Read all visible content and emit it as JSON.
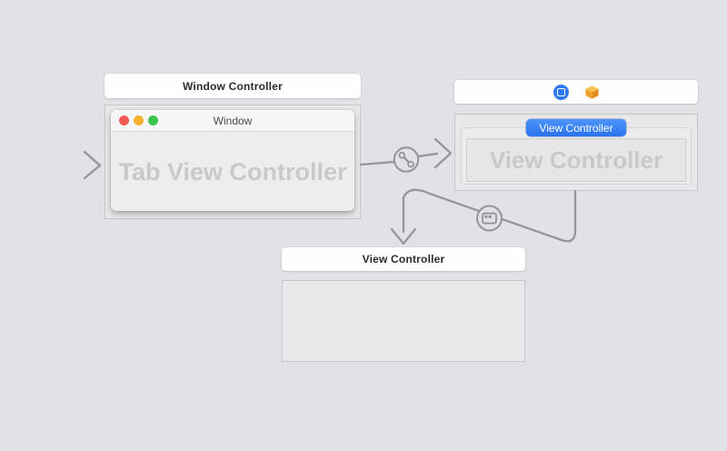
{
  "scenes": {
    "window_controller": {
      "header_label": "Window Controller",
      "window": {
        "title": "Window",
        "content_placeholder": "Tab View Controller"
      }
    },
    "tab_view_controller": {
      "header_icons": [
        {
          "name": "view-controller-icon",
          "color": "#2f7af2"
        },
        {
          "name": "object-cube-icon",
          "color": "#f09e2c"
        }
      ],
      "tab_bar_item_label": "View Controller",
      "content_placeholder": "View Controller",
      "tab_accent_color": "#2f7af2"
    },
    "view_controller": {
      "header_label": "View Controller"
    }
  },
  "connections": {
    "entry_arrow": {
      "icon": "entry-arrow"
    },
    "window_content_segue": {
      "icon": "link-segue-icon"
    },
    "tab_items_segue": {
      "icon": "window-segue-icon"
    }
  },
  "colors": {
    "canvas_bg": "#e1e2e6",
    "connection_gray": "#95959a",
    "traffic_red": "#f45c53",
    "traffic_yellow": "#f6b12d",
    "traffic_green": "#37c64a"
  }
}
